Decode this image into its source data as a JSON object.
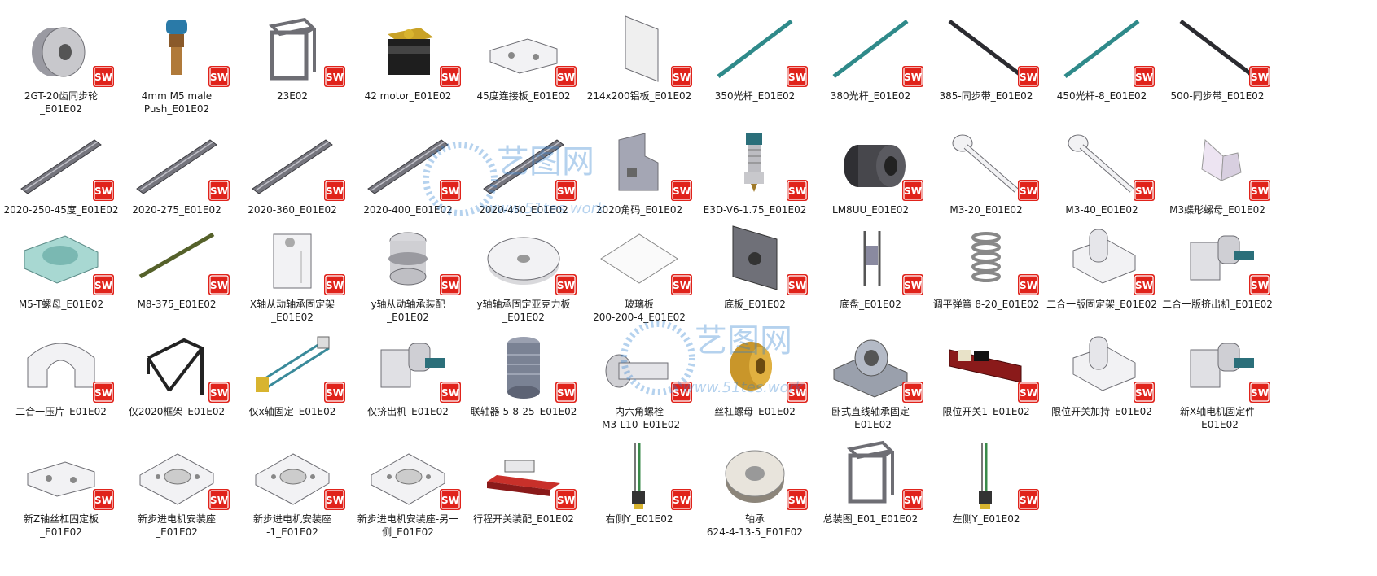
{
  "colors": {
    "sw_red": "#e0231b",
    "watermark": "#2f7fd0",
    "bg": "#ffffff"
  },
  "badge": {
    "icon": "solidworks-sw-icon",
    "text": "SW"
  },
  "watermarks": [
    {
      "title": "艺图网",
      "url": "www.51tes.work"
    },
    {
      "title": "艺图网",
      "url": "www.51tes.work"
    }
  ],
  "files": [
    {
      "name": "2GT-20齿同步轮\n_E01E02",
      "kind": "pulley"
    },
    {
      "name": "4mm M5 male\nPush_E01E02",
      "kind": "fitting"
    },
    {
      "name": "23E02",
      "kind": "frame"
    },
    {
      "name": "42 motor_E01E02",
      "kind": "motor"
    },
    {
      "name": "45度连接板_E01E02",
      "kind": "plate"
    },
    {
      "name": "214x200铝板_E01E02",
      "kind": "sheet"
    },
    {
      "name": "350光杆_E01E02",
      "kind": "rod_teal"
    },
    {
      "name": "380光杆_E01E02",
      "kind": "rod_teal"
    },
    {
      "name": "385-同步带_E01E02",
      "kind": "rod_dark"
    },
    {
      "name": "450光杆-8_E01E02",
      "kind": "rod_teal"
    },
    {
      "name": "500-同步带_E01E02",
      "kind": "rod_dark"
    },
    {
      "name": "2020-250-45度_E01E02",
      "kind": "extrusion"
    },
    {
      "name": "2020-275_E01E02",
      "kind": "extrusion"
    },
    {
      "name": "2020-360_E01E02",
      "kind": "extrusion"
    },
    {
      "name": "2020-400_E01E02",
      "kind": "extrusion"
    },
    {
      "name": "2020-450_E01E02",
      "kind": "extrusion"
    },
    {
      "name": "2020角码_E01E02",
      "kind": "bracket"
    },
    {
      "name": "E3D-V6-1.75_E01E02",
      "kind": "hotend"
    },
    {
      "name": "LM8UU_E01E02",
      "kind": "bearing"
    },
    {
      "name": "M3-20_E01E02",
      "kind": "screw"
    },
    {
      "name": "M3-40_E01E02",
      "kind": "screw"
    },
    {
      "name": "M3蝶形螺母_E01E02",
      "kind": "wingnut"
    },
    {
      "name": "M5-T螺母_E01E02",
      "kind": "tnut"
    },
    {
      "name": "M8-375_E01E02",
      "kind": "rod_olive"
    },
    {
      "name": "X轴从动轴承固定架\n_E01E02",
      "kind": "block"
    },
    {
      "name": "y轴从动轴承装配\n_E01E02",
      "kind": "idler"
    },
    {
      "name": "y轴轴承固定亚克力板\n_E01E02",
      "kind": "disc"
    },
    {
      "name": "玻璃板\n200-200-4_E01E02",
      "kind": "glass"
    },
    {
      "name": "底板_E01E02",
      "kind": "baseplate"
    },
    {
      "name": "底盘_E01E02",
      "kind": "chassis"
    },
    {
      "name": "调平弹簧 8-20_E01E02",
      "kind": "spring"
    },
    {
      "name": "二合一版固定架_E01E02",
      "kind": "holder"
    },
    {
      "name": "二合一版挤出机_E01E02",
      "kind": "extruder"
    },
    {
      "name": "二合一压片_E01E02",
      "kind": "clamp"
    },
    {
      "name": "仅2020框架_E01E02",
      "kind": "framework"
    },
    {
      "name": "仅x轴固定_E01E02",
      "kind": "xaxis"
    },
    {
      "name": "仅挤出机_E01E02",
      "kind": "extruder"
    },
    {
      "name": "联轴器 5-8-25_E01E02",
      "kind": "coupler"
    },
    {
      "name": "内六角螺栓\n-M3-L10_E01E02",
      "kind": "bolt"
    },
    {
      "name": "丝杠螺母_E01E02",
      "kind": "leadnut"
    },
    {
      "name": "卧式直线轴承固定\n_E01E02",
      "kind": "pillow"
    },
    {
      "name": "限位开关1_E01E02",
      "kind": "switch"
    },
    {
      "name": "限位开关加持_E01E02",
      "kind": "holder"
    },
    {
      "name": "新X轴电机固定件\n_E01E02",
      "kind": "extruder"
    },
    {
      "name": "新Z轴丝杠固定板\n_E01E02",
      "kind": "plate"
    },
    {
      "name": "新步进电机安装座\n_E01E02",
      "kind": "mountplate"
    },
    {
      "name": "新步进电机安装座\n-1_E01E02",
      "kind": "mountplate"
    },
    {
      "name": "新步进电机安装座-另一\n侧_E01E02",
      "kind": "mountplate"
    },
    {
      "name": "行程开关装配_E01E02",
      "kind": "switchasm"
    },
    {
      "name": "右侧Y_E01E02",
      "kind": "zaxis"
    },
    {
      "name": "轴承\n624-4-13-5_E01E02",
      "kind": "ring"
    },
    {
      "name": "总装图_E01_E01E02",
      "kind": "frame"
    },
    {
      "name": "左侧Y_E01E02",
      "kind": "zaxis"
    }
  ]
}
